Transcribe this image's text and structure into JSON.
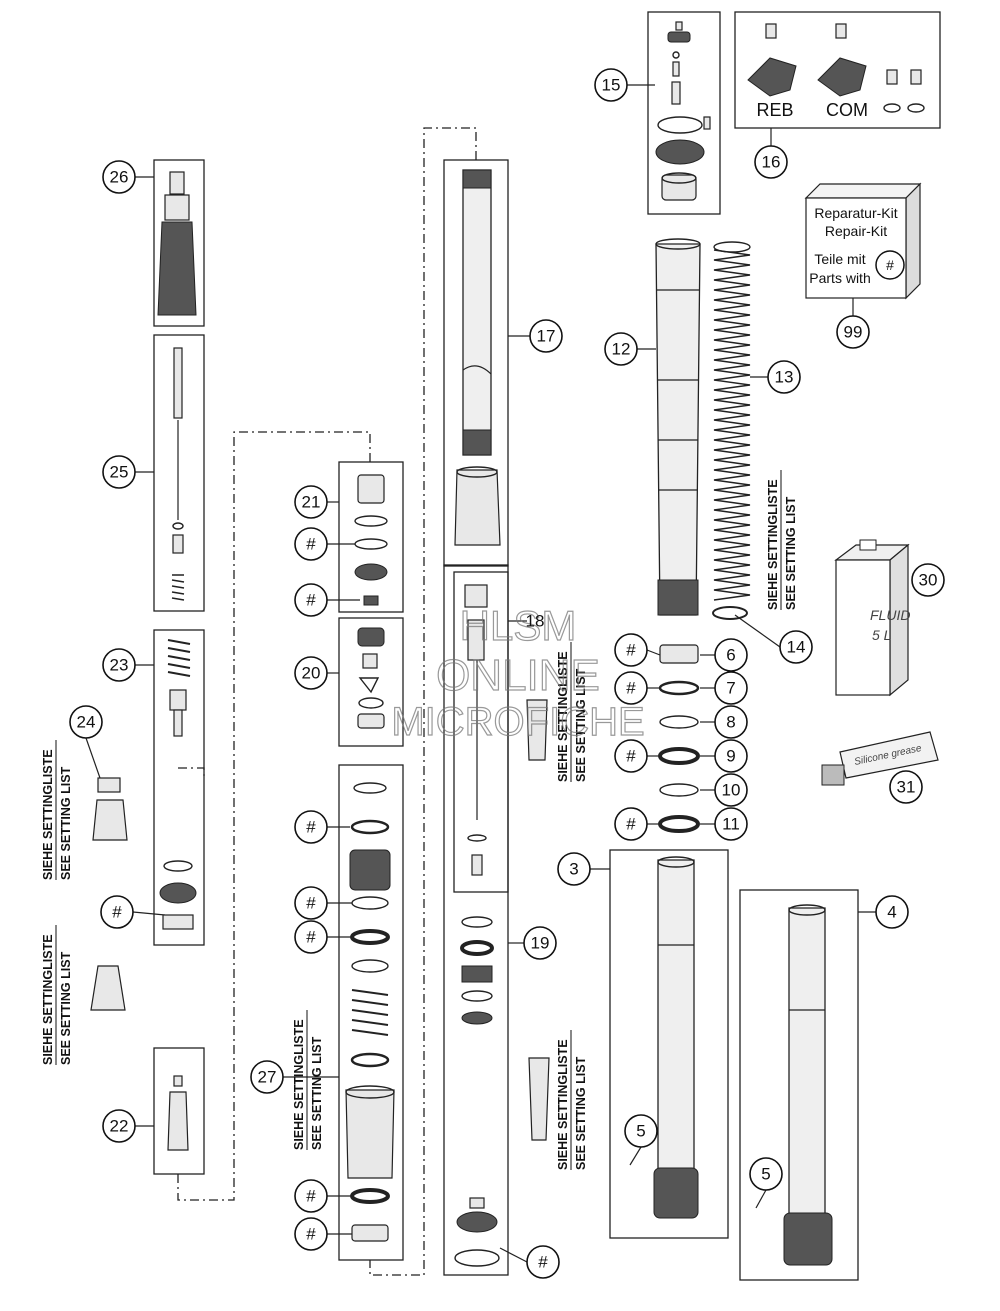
{
  "callouts": [
    {
      "id": "c15",
      "label": "15"
    },
    {
      "id": "c16",
      "label": "16"
    },
    {
      "id": "c99",
      "label": "99"
    },
    {
      "id": "c26",
      "label": "26"
    },
    {
      "id": "c17",
      "label": "17"
    },
    {
      "id": "c12",
      "label": "12"
    },
    {
      "id": "c13",
      "label": "13"
    },
    {
      "id": "c25",
      "label": "25"
    },
    {
      "id": "c21",
      "label": "21"
    },
    {
      "id": "c21h1",
      "label": "#"
    },
    {
      "id": "c21h2",
      "label": "#"
    },
    {
      "id": "c20",
      "label": "20"
    },
    {
      "id": "c23",
      "label": "23"
    },
    {
      "id": "c24",
      "label": "24"
    },
    {
      "id": "c18",
      "label": "18"
    },
    {
      "id": "c14",
      "label": "14"
    },
    {
      "id": "c30",
      "label": "30"
    },
    {
      "id": "c6h",
      "label": "#"
    },
    {
      "id": "c6",
      "label": "6"
    },
    {
      "id": "c7h",
      "label": "#"
    },
    {
      "id": "c7",
      "label": "7"
    },
    {
      "id": "c8",
      "label": "8"
    },
    {
      "id": "c9h",
      "label": "#"
    },
    {
      "id": "c9",
      "label": "9"
    },
    {
      "id": "c10",
      "label": "10"
    },
    {
      "id": "c11h",
      "label": "#"
    },
    {
      "id": "c11",
      "label": "11"
    },
    {
      "id": "c31",
      "label": "31"
    },
    {
      "id": "c27h1",
      "label": "#"
    },
    {
      "id": "c3",
      "label": "3"
    },
    {
      "id": "c4",
      "label": "4"
    },
    {
      "id": "c23h",
      "label": "#"
    },
    {
      "id": "c27h2",
      "label": "#"
    },
    {
      "id": "c27h3",
      "label": "#"
    },
    {
      "id": "c19",
      "label": "19"
    },
    {
      "id": "c5a",
      "label": "5"
    },
    {
      "id": "c5b",
      "label": "5"
    },
    {
      "id": "c27",
      "label": "27"
    },
    {
      "id": "c22",
      "label": "22"
    },
    {
      "id": "c27h4",
      "label": "#"
    },
    {
      "id": "c27h5",
      "label": "#"
    },
    {
      "id": "c19h",
      "label": "#"
    }
  ],
  "adjuster_kit": {
    "reb_label": "REB",
    "com_label": "COM"
  },
  "repair_kit": {
    "line1": "Reparatur-Kit",
    "line2": "Repair-Kit",
    "line3": "Teile mit",
    "line4": "Parts with",
    "marker": "#"
  },
  "fluid_can": {
    "line1": "FLUID",
    "line2": "5 L"
  },
  "grease_tube": {
    "line1": "Silicone grease"
  },
  "setting_notes": [
    {
      "id": "s1",
      "de": "SIEHE SETTINGLISTE",
      "en": "SEE SETTING LIST"
    },
    {
      "id": "s2",
      "de": "SIEHE SETTINGLISTE",
      "en": "SEE SETTING LIST"
    },
    {
      "id": "s3",
      "de": "SIEHE SETTINGLISTE",
      "en": "SEE SETTING LIST"
    },
    {
      "id": "s4",
      "de": "SIEHE SETTINGLISTE",
      "en": "SEE SETTING LIST"
    },
    {
      "id": "s5",
      "de": "SIEHE SETTINGLISTE",
      "en": "SEE SETTING LIST"
    },
    {
      "id": "s6",
      "de": "SIEHE SETTINGLISTE",
      "en": "SEE SETTING LIST"
    }
  ],
  "watermark": {
    "line1": "HLSM",
    "line2": "ONLINE",
    "line3": "MICROFICHE"
  }
}
